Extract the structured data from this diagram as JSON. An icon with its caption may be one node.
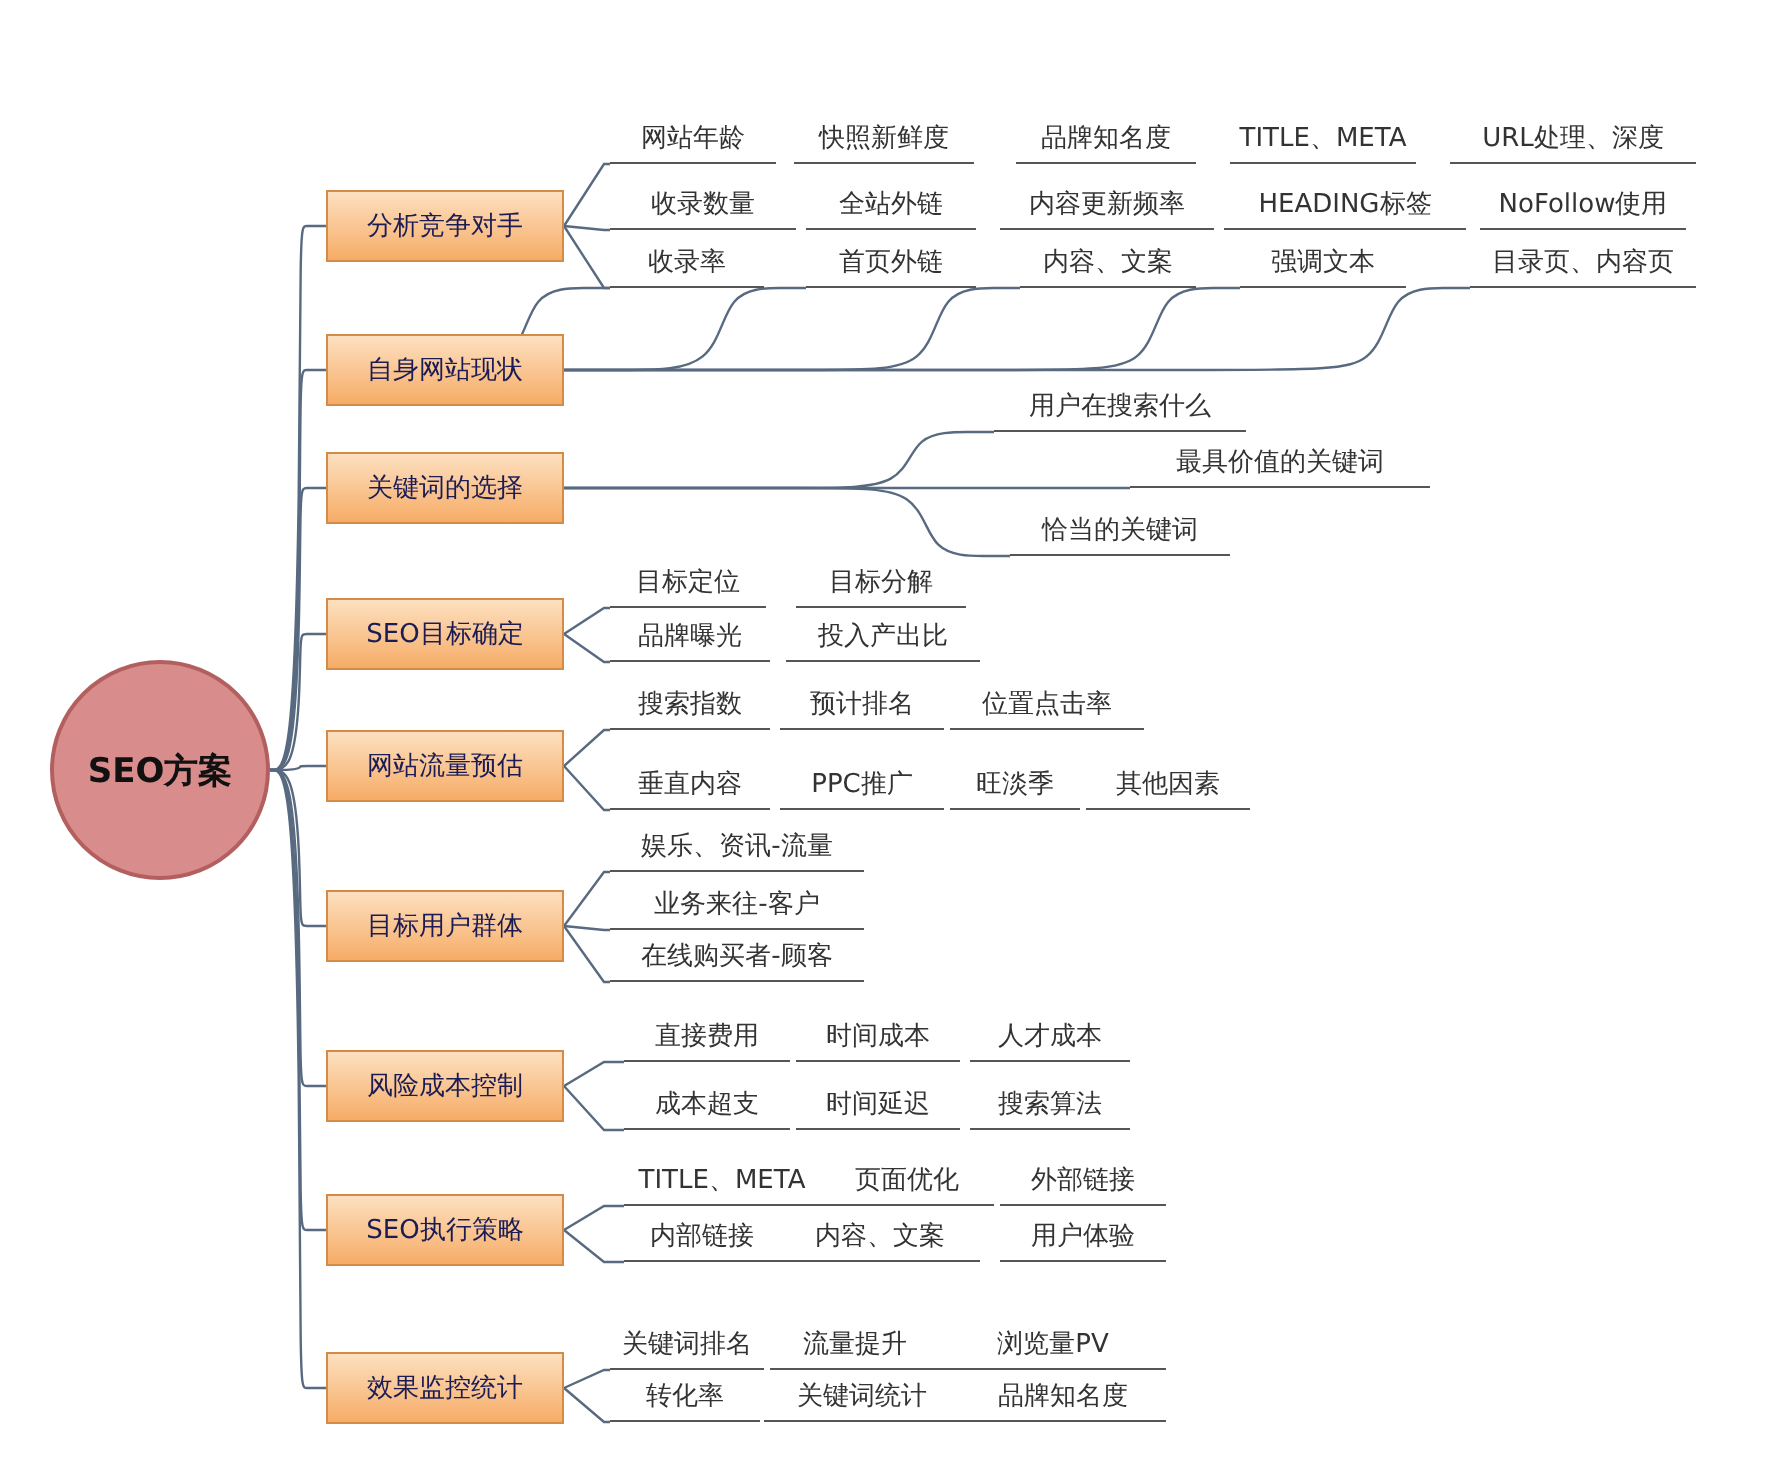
{
  "diagram": {
    "nodes": [
      {
        "text": [
          "SEO方案"
        ]
      },
      {
        "text": [
          "分析竞争对手"
        ]
      },
      {
        "text": [
          "网站年龄"
        ]
      },
      {
        "text": [
          "快照新鲜度"
        ]
      },
      {
        "text": [
          "品牌知名度"
        ]
      },
      {
        "text": [
          "TITLE、META"
        ]
      },
      {
        "text": [
          "URL处理、深度"
        ]
      },
      {
        "text": [
          "收录数量"
        ]
      },
      {
        "text": [
          "全站外链"
        ]
      },
      {
        "text": [
          "内容更新频率"
        ]
      },
      {
        "text": [
          "HEADING标签"
        ]
      },
      {
        "text": [
          "NoFollow使用"
        ]
      },
      {
        "text": [
          "收录率"
        ]
      },
      {
        "text": [
          "首页外链"
        ]
      },
      {
        "text": [
          "内容、文案"
        ]
      },
      {
        "text": [
          "强调文本"
        ]
      },
      {
        "text": [
          "目录页、内容页"
        ]
      },
      {
        "text": [
          "自身网站现状"
        ]
      },
      {
        "text": [
          "关键词的选择"
        ]
      },
      {
        "text": [
          "用户在搜索什么"
        ]
      },
      {
        "text": [
          "最具价值的关键词"
        ]
      },
      {
        "text": [
          "恰当的关键词"
        ]
      },
      {
        "text": [
          "SEO目标确定"
        ]
      },
      {
        "text": [
          "目标定位"
        ]
      },
      {
        "text": [
          "目标分解"
        ]
      },
      {
        "text": [
          "品牌曝光"
        ]
      },
      {
        "text": [
          "投入产出比"
        ]
      },
      {
        "text": [
          "网站流量预估"
        ]
      },
      {
        "text": [
          "搜索指数"
        ]
      },
      {
        "text": [
          "预计排名"
        ]
      },
      {
        "text": [
          "位置点击率"
        ]
      },
      {
        "text": [
          "垂直内容"
        ]
      },
      {
        "text": [
          "PPC推广"
        ]
      },
      {
        "text": [
          "旺淡季"
        ]
      },
      {
        "text": [
          "其他因素"
        ]
      },
      {
        "text": [
          "目标用户群体"
        ]
      },
      {
        "text": [
          "娱乐、资讯-流量"
        ]
      },
      {
        "text": [
          "业务来往-客户"
        ]
      },
      {
        "text": [
          "在线购买者-顾客"
        ]
      },
      {
        "text": [
          "风险成本控制"
        ]
      },
      {
        "text": [
          "直接费用"
        ]
      },
      {
        "text": [
          "时间成本"
        ]
      },
      {
        "text": [
          "人才成本"
        ]
      },
      {
        "text": [
          "成本超支"
        ]
      },
      {
        "text": [
          "时间延迟"
        ]
      },
      {
        "text": [
          "搜索算法"
        ]
      },
      {
        "text": [
          "SEO执行策略"
        ]
      },
      {
        "text": [
          "TITLE、META"
        ]
      },
      {
        "text": [
          "页面优化"
        ]
      },
      {
        "text": [
          "外部链接"
        ]
      },
      {
        "text": [
          "内部链接"
        ]
      },
      {
        "text": [
          "内容、文案"
        ]
      },
      {
        "text": [
          "用户体验"
        ]
      },
      {
        "text": [
          "效果监控统计"
        ]
      },
      {
        "text": [
          "关键词排名"
        ]
      },
      {
        "text": [
          "流量提升"
        ]
      },
      {
        "text": [
          "浏览量PV"
        ]
      },
      {
        "text": [
          "转化率"
        ]
      },
      {
        "text": [
          "关键词统计"
        ]
      },
      {
        "text": [
          "品牌知名度"
        ]
      }
    ],
    "edges": [
      {
        "from": 0,
        "to": 1,
        "arrow": "none"
      },
      {
        "from": 0,
        "to": 17,
        "arrow": "none"
      },
      {
        "from": 0,
        "to": 18,
        "arrow": "none"
      },
      {
        "from": 0,
        "to": 22,
        "arrow": "none"
      },
      {
        "from": 0,
        "to": 27,
        "arrow": "none"
      },
      {
        "from": 0,
        "to": 35,
        "arrow": "none"
      },
      {
        "from": 0,
        "to": 39,
        "arrow": "none"
      },
      {
        "from": 0,
        "to": 46,
        "arrow": "none"
      },
      {
        "from": 0,
        "to": 53,
        "arrow": "none"
      },
      {
        "from": 1,
        "to": 2,
        "arrow": "none"
      },
      {
        "from": 1,
        "to": 7,
        "arrow": "none"
      },
      {
        "from": 1,
        "to": 12,
        "arrow": "none"
      },
      {
        "from": 17,
        "to": 12,
        "arrow": "none"
      },
      {
        "from": 17,
        "to": 13,
        "arrow": "none"
      },
      {
        "from": 17,
        "to": 14,
        "arrow": "none"
      },
      {
        "from": 17,
        "to": 15,
        "arrow": "none"
      },
      {
        "from": 17,
        "to": 16,
        "arrow": "none"
      },
      {
        "from": 18,
        "to": 19,
        "arrow": "none"
      },
      {
        "from": 18,
        "to": 20,
        "arrow": "none"
      },
      {
        "from": 18,
        "to": 21,
        "arrow": "none"
      },
      {
        "from": 22,
        "to": 23,
        "arrow": "none"
      },
      {
        "from": 22,
        "to": 25,
        "arrow": "none"
      },
      {
        "from": 27,
        "to": 28,
        "arrow": "none"
      },
      {
        "from": 27,
        "to": 31,
        "arrow": "none"
      },
      {
        "from": 35,
        "to": 36,
        "arrow": "none"
      },
      {
        "from": 35,
        "to": 37,
        "arrow": "none"
      },
      {
        "from": 35,
        "to": 38,
        "arrow": "none"
      },
      {
        "from": 39,
        "to": 40,
        "arrow": "none"
      },
      {
        "from": 39,
        "to": 43,
        "arrow": "none"
      },
      {
        "from": 46,
        "to": 47,
        "arrow": "none"
      },
      {
        "from": 46,
        "to": 50,
        "arrow": "none"
      },
      {
        "from": 53,
        "to": 54,
        "arrow": "none"
      },
      {
        "from": 53,
        "to": 57,
        "arrow": "none"
      }
    ]
  }
}
